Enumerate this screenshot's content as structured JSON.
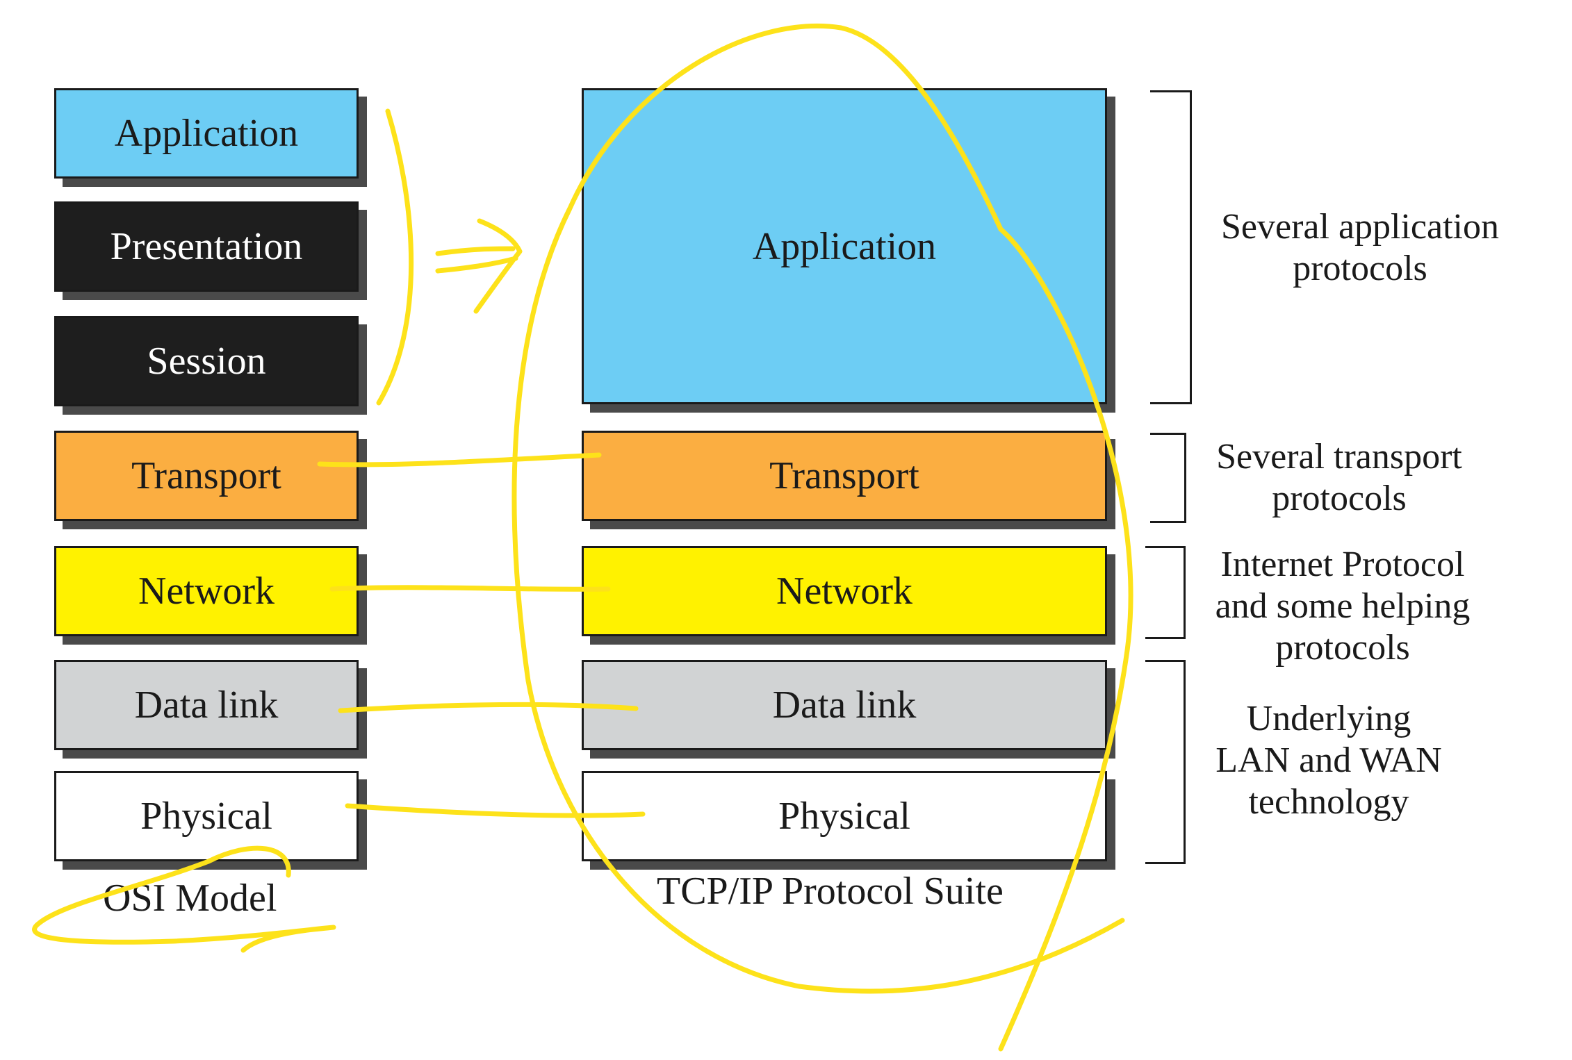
{
  "osi_model": {
    "label": "OSI Model",
    "layers": [
      {
        "name": "Application"
      },
      {
        "name": "Presentation"
      },
      {
        "name": "Session"
      },
      {
        "name": "Transport"
      },
      {
        "name": "Network"
      },
      {
        "name": "Data link"
      },
      {
        "name": "Physical"
      }
    ]
  },
  "tcp_ip_suite": {
    "label": "TCP/IP Protocol Suite",
    "layers": [
      {
        "name": "Application"
      },
      {
        "name": "Transport"
      },
      {
        "name": "Network"
      },
      {
        "name": "Data link"
      },
      {
        "name": "Physical"
      }
    ]
  },
  "descriptions": [
    {
      "lines": [
        "Several application",
        "protocols"
      ]
    },
    {
      "lines": [
        "Several transport",
        "protocols"
      ]
    },
    {
      "lines": [
        "Internet Protocol",
        "and some helping",
        "protocols"
      ]
    },
    {
      "lines": [
        "Underlying",
        "LAN and WAN",
        "technology"
      ]
    }
  ],
  "colors": {
    "application": "#6dcdf4",
    "presentation_session": "#1e1e1e",
    "transport": "#fbae41",
    "network": "#fff200",
    "data_link": "#d1d3d4",
    "physical": "#ffffff",
    "annotation": "#fde21a"
  }
}
